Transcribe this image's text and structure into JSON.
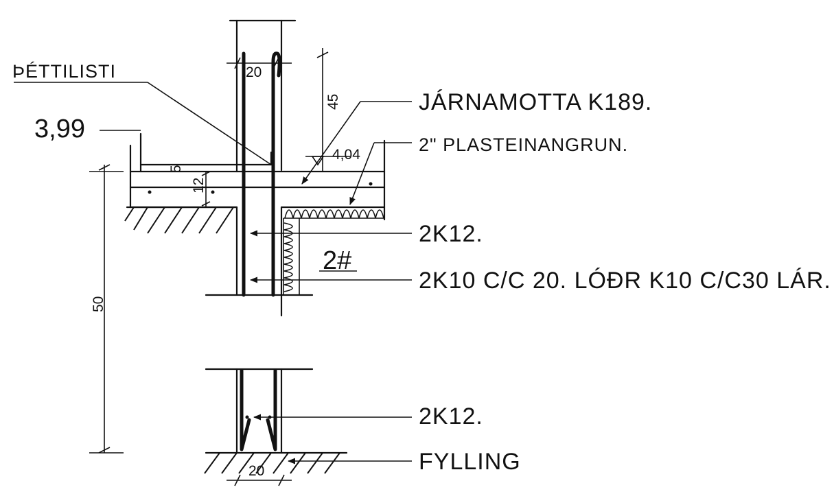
{
  "labels": {
    "thettilisti": "ÞÉTTILISTI",
    "level": "3,99",
    "level_slab": "4,04",
    "jarnamotta": "JÁRNAMOTTA K189.",
    "insulation": "2\" PLASTEINANGRUN.",
    "rebar_top": "2K12.",
    "rebar_wall": "2K10 C/C 20. LÓÐR K10 C/C30 LÁR.",
    "rebar_mark": "2#",
    "rebar_bottom": "2K12.",
    "fill": "FYLLING"
  },
  "dimensions": {
    "wall_top": "20",
    "lap": "45",
    "cover": "5",
    "slab": "12",
    "height": "50",
    "wall_bottom": "20"
  }
}
